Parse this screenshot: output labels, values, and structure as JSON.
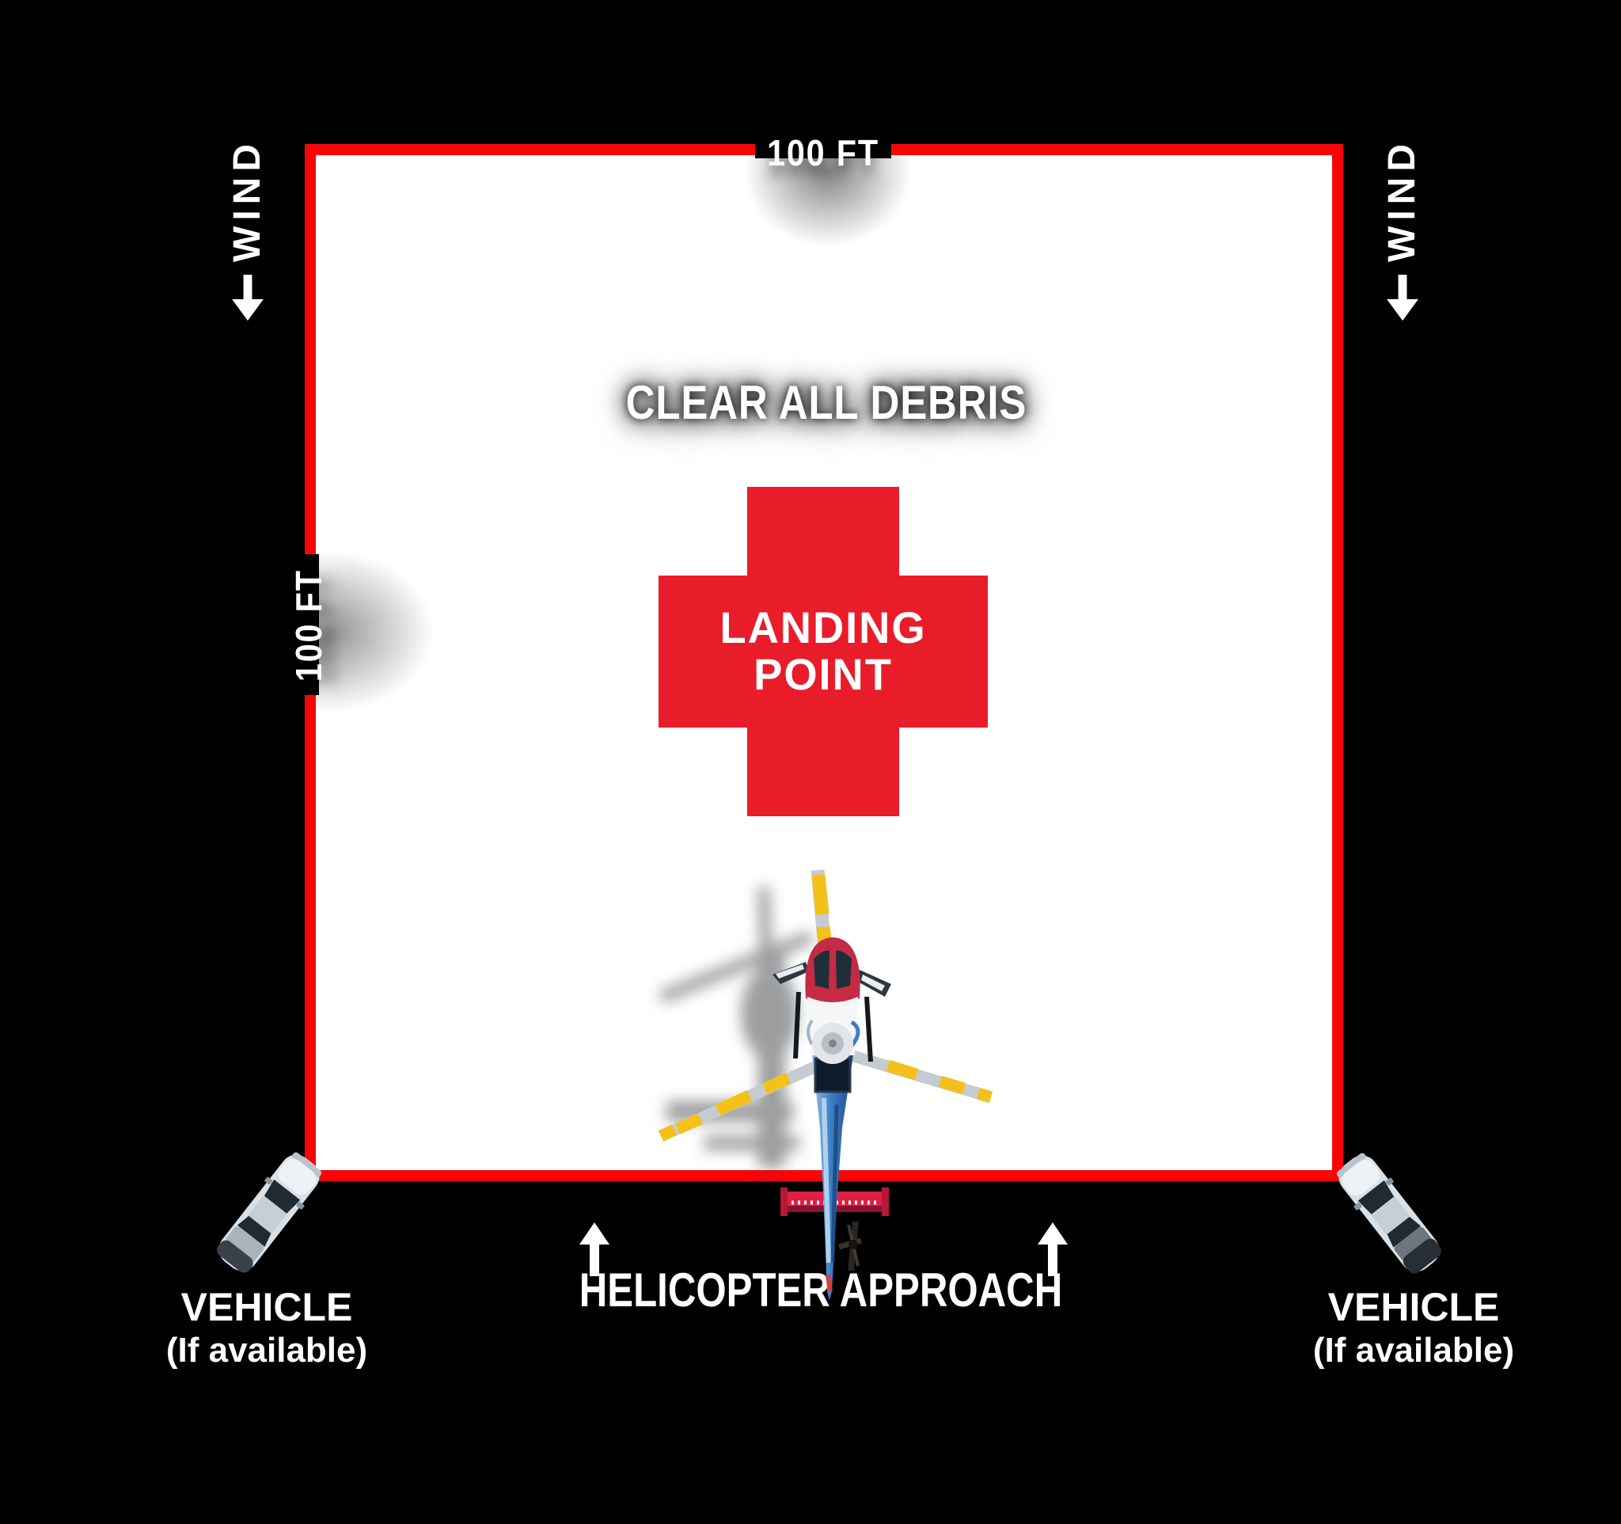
{
  "title": "helicopter-landing-zone-setup-diagram",
  "colors": {
    "background": "#000000",
    "zone_border": "#fb0408",
    "zone_fill": "#ffffff",
    "cross": "#e91c2a",
    "text": "#ffffff"
  },
  "zone": {
    "top_dimension": "100 FT",
    "left_dimension": "100 FT"
  },
  "wind": {
    "left_label": "WIND",
    "right_label": "WIND"
  },
  "instructions": {
    "clear_debris": "CLEAR ALL DEBRIS"
  },
  "landing_point": {
    "line1": "LANDING",
    "line2": "POINT"
  },
  "approach": {
    "label": "HELICOPTER APPROACH"
  },
  "vehicles": {
    "left_label": "VEHICLE",
    "left_note": "(If available)",
    "right_label": "VEHICLE",
    "right_note": "(If available)"
  },
  "icons": {
    "wind_arrow": "down-arrow-icon",
    "approach_arrow": "up-arrow-icon",
    "helicopter": "helicopter-top-view-icon",
    "vehicle": "car-top-view-icon",
    "landing_cross": "red-cross-shape"
  }
}
